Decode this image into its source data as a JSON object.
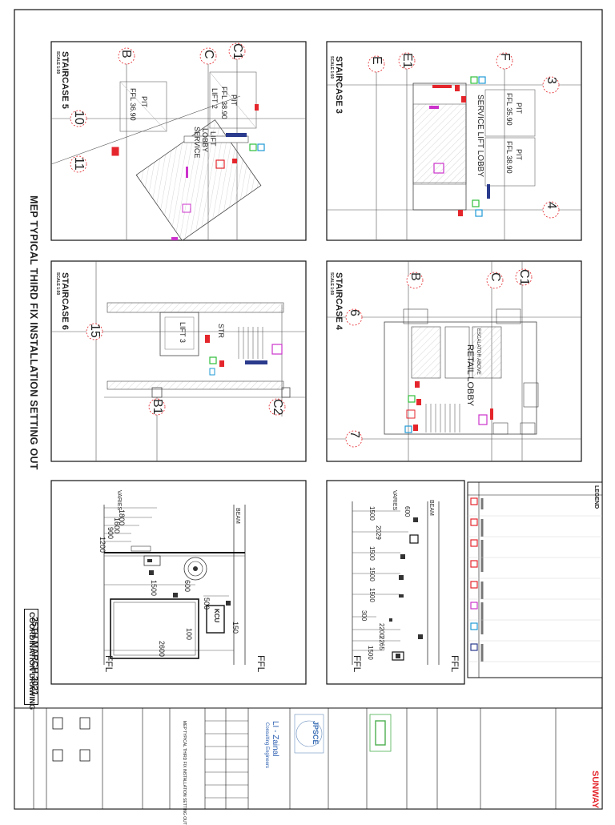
{
  "title": {
    "main": "MEP TYPICAL THIRD FIX INSTALLATION SETTING OUT",
    "date": "25TH MARCH 2021",
    "status": "COORDINATION DRAWING"
  },
  "panels": {
    "staircase5": {
      "title": "STAIRCASE 5",
      "scale": "SCALE 1:50",
      "grids": [
        "B",
        "C",
        "C1",
        "10",
        "11"
      ],
      "labels": [
        "PIT",
        "FFL 36.90",
        "PIT",
        "FFL 38.90",
        "LIFT 2",
        "LIFT",
        "LOBBY",
        "SERVICE"
      ]
    },
    "staircase3": {
      "title": "STAIRCASE 3",
      "scale": "SCALE 1:50",
      "grids": [
        "E",
        "E1",
        "F",
        "3",
        "4"
      ],
      "labels": [
        "PIT",
        "FFL 35.90",
        "PIT",
        "FFL 38.90",
        "SERVICE LIFT LOBBY"
      ]
    },
    "staircase6": {
      "title": "STAIRCASE 6",
      "scale": "SCALE 1:50",
      "grids": [
        "15",
        "B1",
        "C2"
      ],
      "labels": [
        "LIFT 3",
        "STR"
      ]
    },
    "staircase4": {
      "title": "STAIRCASE 4",
      "scale": "SCALE 1:50",
      "grids": [
        "B",
        "C",
        "C1",
        "6",
        "7"
      ],
      "labels": [
        "ESCALATOR ABOVE",
        "RETAIL LOBBY"
      ]
    },
    "elevationA": {
      "varies": "VARIES",
      "beam": "BEAM",
      "ffl_left": "FFL",
      "ffl_right": "FFL",
      "dims": [
        "1800",
        "1600",
        "900",
        "1200",
        "1500",
        "600",
        "500",
        "100",
        "2600",
        "150"
      ],
      "tags": [
        "KCU"
      ]
    },
    "elevationB": {
      "varies": "VARIES",
      "beam": "BEAM",
      "ffl_left": "FFL",
      "ffl_right": "FFL",
      "dims": [
        "1500",
        "600",
        "2029",
        "1500",
        "1500",
        "1500",
        "300",
        "2200",
        "2265",
        "1500"
      ]
    }
  },
  "legend": {
    "title": "LEGEND",
    "items": [
      {
        "color": "#e4262c"
      },
      {
        "color": "#e4262c"
      },
      {
        "color": "#e4262c"
      },
      {
        "color": "#e4262c"
      },
      {
        "color": "#e4262c"
      },
      {
        "color": "#cc33cc"
      },
      {
        "color": "#1e9ad6"
      },
      {
        "color": "#2a3a8c"
      }
    ]
  },
  "title_block": {
    "brand": "SUNWAY",
    "consultant": "LI - Zainal",
    "consultant_sub": "Consulting Engineers",
    "jpsce": "JPSCE",
    "drawing_title": "MEP TYPICAL THIRD FIX INSTALLATION SETTING OUT"
  },
  "colors": {
    "red": "#e4262c",
    "magenta": "#cc33cc",
    "cyan": "#1e9ad6",
    "green": "#2fbf3a",
    "blue": "#2a3a8c",
    "line": "#111111",
    "gray": "#8a8a8a",
    "pink": "#e58db5"
  }
}
